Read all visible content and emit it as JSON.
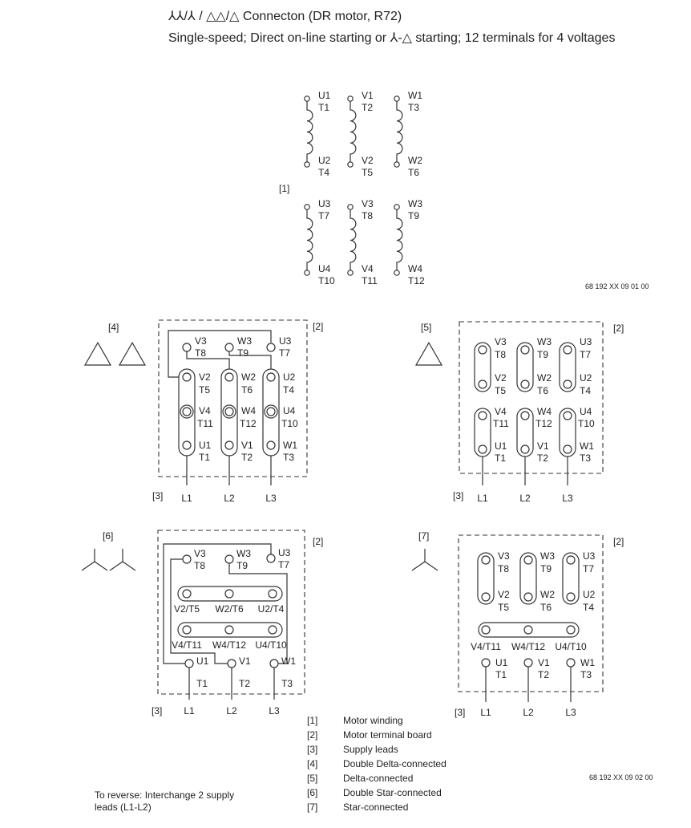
{
  "title": "⅄⅄/⅄ / △△/△ Connecton (DR motor, R72)",
  "subtitle": "Single-speed; Direct on-line starting or ⅄-△ starting; 12 terminals for 4 voltages",
  "windings": {
    "callout": "[1]",
    "top": [
      [
        "U1",
        "T1",
        "U2",
        "T4"
      ],
      [
        "V1",
        "T2",
        "V2",
        "T5"
      ],
      [
        "W1",
        "T3",
        "W2",
        "T6"
      ]
    ],
    "bottom": [
      [
        "U3",
        "T7",
        "U4",
        "T10"
      ],
      [
        "V3",
        "T8",
        "V4",
        "T11"
      ],
      [
        "W3",
        "T9",
        "W4",
        "T12"
      ]
    ],
    "drawing_no": "68 192 XX 09 01 00"
  },
  "double_delta": {
    "callout": "[4]",
    "board": "[2]",
    "leads_callout": "[3]",
    "top": [
      [
        "V3",
        "T8"
      ],
      [
        "W3",
        "T9"
      ],
      [
        "U3",
        "T7"
      ]
    ],
    "upper": [
      [
        "V2",
        "T5"
      ],
      [
        "W2",
        "T6"
      ],
      [
        "U2",
        "T4"
      ]
    ],
    "middle": [
      [
        "V4",
        "T11"
      ],
      [
        "W4",
        "T12"
      ],
      [
        "U4",
        "T10"
      ]
    ],
    "lower": [
      [
        "U1",
        "T1"
      ],
      [
        "V1",
        "T2"
      ],
      [
        "W1",
        "T3"
      ]
    ],
    "leads": [
      "L1",
      "L2",
      "L3"
    ]
  },
  "delta": {
    "callout": "[5]",
    "board": "[2]",
    "leads_callout": "[3]",
    "upper_top": [
      [
        "V3",
        "T8"
      ],
      [
        "W3",
        "T9"
      ],
      [
        "U3",
        "T7"
      ]
    ],
    "upper_bottom": [
      [
        "V2",
        "T5"
      ],
      [
        "W2",
        "T6"
      ],
      [
        "U2",
        "T4"
      ]
    ],
    "lower_top": [
      [
        "V4",
        "T11"
      ],
      [
        "W4",
        "T12"
      ],
      [
        "U4",
        "T10"
      ]
    ],
    "lower_bottom": [
      [
        "U1",
        "T1"
      ],
      [
        "V1",
        "T2"
      ],
      [
        "W1",
        "T3"
      ]
    ],
    "leads": [
      "L1",
      "L2",
      "L3"
    ]
  },
  "double_star": {
    "callout": "[6]",
    "board": "[2]",
    "leads_callout": "[3]",
    "top": [
      [
        "V3",
        "T8"
      ],
      [
        "W3",
        "T9"
      ],
      [
        "U3",
        "T7"
      ]
    ],
    "row1": [
      "V2/T5",
      "W2/T6",
      "U2/T4"
    ],
    "row2": [
      "V4/T11",
      "W4/T12",
      "U4/T10"
    ],
    "bottom": [
      [
        "U1",
        "T1"
      ],
      [
        "V1",
        "T2"
      ],
      [
        "W1",
        "T3"
      ]
    ],
    "leads": [
      "L1",
      "L2",
      "L3"
    ]
  },
  "star": {
    "callout": "[7]",
    "board": "[2]",
    "leads_callout": "[3]",
    "link_top": [
      [
        "V3",
        "T8"
      ],
      [
        "W3",
        "T9"
      ],
      [
        "U3",
        "T7"
      ]
    ],
    "link_bottom": [
      [
        "V2",
        "T5"
      ],
      [
        "W2",
        "T6"
      ],
      [
        "U2",
        "T4"
      ]
    ],
    "row": [
      "V4/T11",
      "W4/T12",
      "U4/T10"
    ],
    "bottom": [
      [
        "U1",
        "T1"
      ],
      [
        "V1",
        "T2"
      ],
      [
        "W1",
        "T3"
      ]
    ],
    "leads": [
      "L1",
      "L2",
      "L3"
    ]
  },
  "legend": [
    {
      "key": "[1]",
      "label": "Motor winding"
    },
    {
      "key": "[2]",
      "label": "Motor terminal board"
    },
    {
      "key": "[3]",
      "label": "Supply leads"
    },
    {
      "key": "[4]",
      "label": "Double Delta-connected"
    },
    {
      "key": "[5]",
      "label": "Delta-connected"
    },
    {
      "key": "[6]",
      "label": "Double Star-connected"
    },
    {
      "key": "[7]",
      "label": "Star-connected"
    }
  ],
  "drawing_no_2": "68 192 XX 09 02 00",
  "reverse_note": [
    "To reverse: Interchange 2 supply",
    "leads (L1-L2)"
  ]
}
